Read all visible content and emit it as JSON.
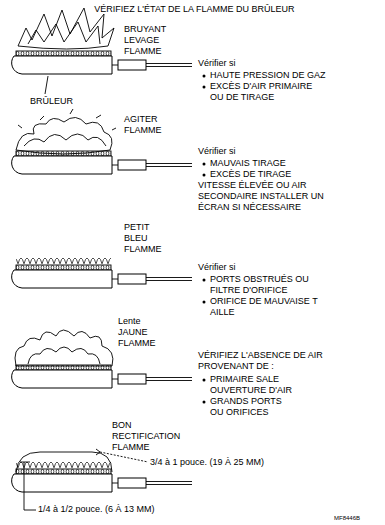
{
  "diagram": {
    "title": "VÉRIFIEZ L'ÉTAT DE LA FLAMME DU BRÛLEUR",
    "labels": [
      "BRUYANT LEVAGE FLAMME",
      "Vérifier si",
      "HAUTE PRESSION DE GAZ",
      "EXCÈS D'AIR PRIMAIRE OU DE TIRAGE",
      "BRÛLEUR",
      "AGITER FLAMME",
      "Vérifier si",
      "MAUVAIS TIRAGE",
      "EXCÈS DE TIRAGE",
      "VITESSE ÉLEVÉE OU AIR SECONDAIRE INSTALLER UN ÉCRAN SI NÉCESSAIRE",
      "PETIT BLEU FLAMME",
      "Vérifier si",
      "PORTS OBSTRUÉS OU FILTRE D'ORIFICE",
      "ORIFICE DE MAUVAISE T AILLE",
      "Lente JAUNE FLAMME",
      "VÉRIFIEZ L'ABSENCE DE AIR PROVENANT DE :",
      "PRIMAIRE SALE OUVERTURE D'AIR",
      "GRANDS PORTS OU ORIFICES",
      "BON RECTIFICATION FLAMME",
      "3/4 à 1 pouce. (19 À 25 MM)",
      "1/4 à 1/2 pouce. (6 À 13 MM)",
      "MF8446B"
    ]
  }
}
